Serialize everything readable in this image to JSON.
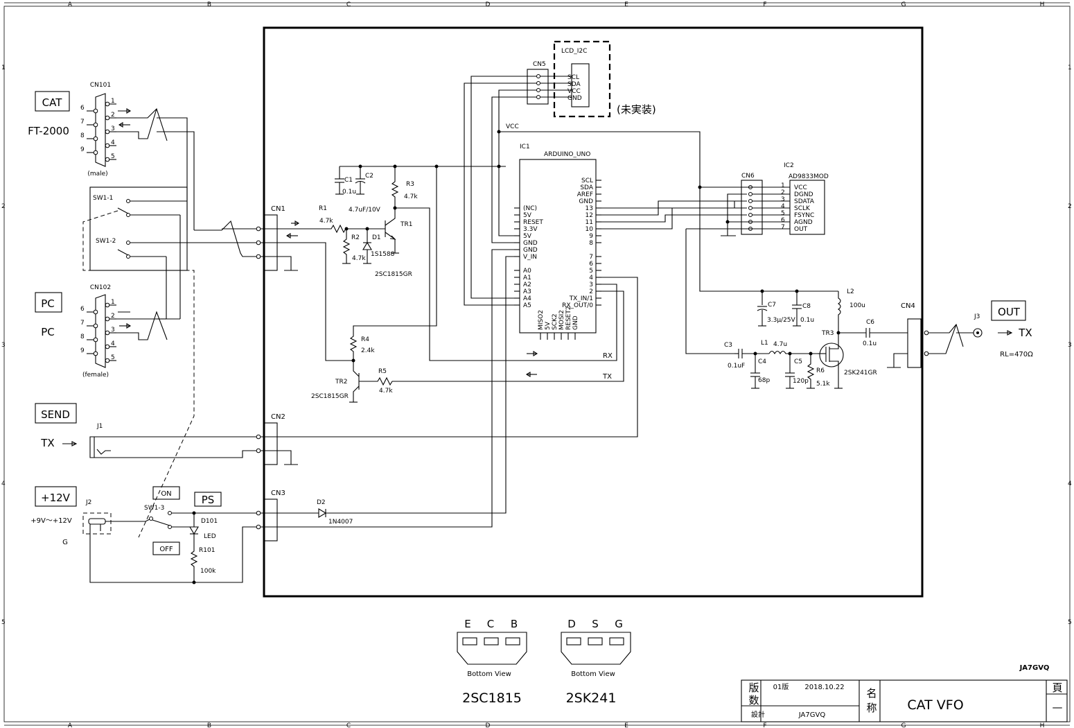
{
  "grid": {
    "cols": [
      "A",
      "B",
      "C",
      "D",
      "E",
      "F",
      "G",
      "H"
    ],
    "rows": [
      "1",
      "2",
      "3",
      "4",
      "5"
    ]
  },
  "labels": {
    "cat_box": "CAT",
    "ft2000": "FT-2000",
    "cn101": "CN101",
    "male": "(male)",
    "sw1_1": "SW1-1",
    "sw1_2": "SW1-2",
    "pc_box": "PC",
    "pc_text": "PC",
    "cn102": "CN102",
    "female": "(female)",
    "send_box": "SEND",
    "tx_left": "TX",
    "j1": "J1",
    "plus12_box": "+12V",
    "j2": "J2",
    "range": "+9V～+12V",
    "g": "G",
    "on_box": "ON",
    "off_box": "OFF",
    "sw1_3": "SW1-3",
    "ps_box": "PS",
    "d101": "D101",
    "led": "LED",
    "r101": "R101",
    "r101v": "100k",
    "cn1": "CN1",
    "cn2": "CN2",
    "cn3": "CN3",
    "cn4": "CN4",
    "cn5": "CN5",
    "cn6": "CN6",
    "lcd": "LCD_I2C",
    "lcd_scl": "SCL",
    "lcd_sda": "SDA",
    "lcd_vcc": "VCC",
    "lcd_gnd": "GND",
    "mijisso": "(未実装)",
    "vcc": "VCC",
    "ic1": "IC1",
    "arduino": "ARDUINO_UNO",
    "ic2": "IC2",
    "ad9833": "AD9833MOD",
    "r1": "R1",
    "r1v": "4.7k",
    "r2": "R2",
    "r2v": "4.7k",
    "r3": "R3",
    "r3v": "4.7k",
    "r4": "R4",
    "r4v": "2.4k",
    "r5": "R5",
    "r5v": "4.7k",
    "r6": "R6",
    "r6v": "5.1k",
    "c1": "C1",
    "c1v": "0.1u",
    "c2": "C2",
    "c2v": "4.7uF/10V",
    "c3": "C3",
    "c3v": "0.1uF",
    "c4": "C4",
    "c4v": "68p",
    "c5": "C5",
    "c5v": "120p",
    "c6": "C6",
    "c6v": "0.1u",
    "c7": "C7",
    "c7v": "3.3μ/25V",
    "c8": "C8",
    "c8v": "0.1u",
    "l1": "L1",
    "l1v": "4.7u",
    "l2": "L2",
    "l2v": "100u",
    "d1": "D1",
    "d1v": "1S1588",
    "d2": "D2",
    "d2v": "1N4007",
    "tr1": "TR1",
    "tr1v": "2SC1815GR",
    "tr2": "TR2",
    "tr2v": "2SC1815GR",
    "tr3": "TR3",
    "tr3v": "2SK241GR",
    "rx": "RX",
    "tx": "TX",
    "j3": "J3",
    "out_box": "OUT",
    "tx_right": "TX",
    "rl": "RL=470Ω",
    "pkg_ecb": [
      "E",
      "C",
      "B"
    ],
    "pkg_dsg": [
      "D",
      "S",
      "G"
    ],
    "bottom_view1": "Bottom View",
    "bottom_view2": "Bottom View",
    "part1": "2SC1815",
    "part2": "2SK241",
    "author_mark": "JA7GVQ"
  },
  "arduino_right_pins": [
    "SCL",
    "SDA",
    "AREF",
    "GND",
    "13",
    "12",
    "11",
    "10",
    "9",
    "8",
    "7",
    "6",
    "5",
    "4",
    "3",
    "2",
    "TX_IN/1",
    "RX_OUT/0"
  ],
  "arduino_left_pins": [
    "(NC)",
    "5V",
    "RESET",
    "3.3V",
    "5V",
    "GND",
    "GND",
    "V_IN",
    "A0",
    "A1",
    "A2",
    "A3",
    "A4",
    "A5"
  ],
  "arduino_bottom_pins": [
    "MISO2",
    "5V",
    "SCK2",
    "MOSI2",
    "RESET2",
    "GND"
  ],
  "ad9833_pins": [
    "VCC",
    "DGND",
    "SDATA",
    "SCLK",
    "FSYNC",
    "AGND",
    "OUT"
  ],
  "ad9833_nums": [
    "1",
    "2",
    "3",
    "4",
    "5",
    "6",
    "7"
  ],
  "db9_nums": [
    "1",
    "2",
    "3",
    "4",
    "5",
    "6",
    "7",
    "8",
    "9"
  ],
  "title_block": {
    "han_1": "版",
    "han_2": "数",
    "version": "01版",
    "date": "2018.10.22",
    "sekkei": "設計",
    "designer": "JA7GVQ",
    "mei_1": "名",
    "mei_2": "称",
    "name": "CAT VFO",
    "page_label": "頁",
    "page_value": "—"
  }
}
